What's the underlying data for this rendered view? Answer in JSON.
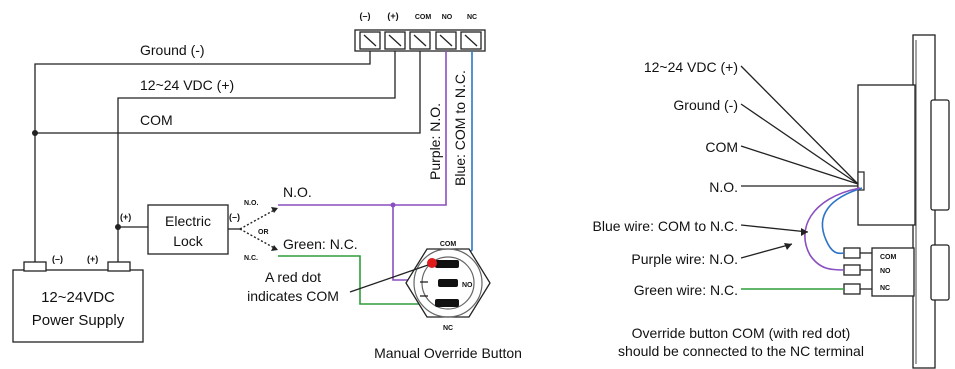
{
  "left": {
    "terminal_labels": {
      "neg": "(–)",
      "pos": "(+)",
      "com": "COM",
      "no": "NO",
      "nc": "NC"
    },
    "wire_labels": {
      "ground": "Ground (-)",
      "vdc": "12~24 VDC (+)",
      "com": "COM"
    },
    "lock": {
      "line1": "Electric",
      "line2": "Lock",
      "plus": "(+)",
      "minus": "(–)"
    },
    "switch": {
      "no_small": "N.O.",
      "or": "OR",
      "nc_small": "N.C.",
      "no_label": "N.O.",
      "nc_label": "Green: N.C."
    },
    "vertical": {
      "purple": "Purple: N.O.",
      "blue": "Blue: COM to N.C."
    },
    "power_supply": {
      "line1": "12~24VDC",
      "line2": "Power Supply",
      "neg": "(–)",
      "pos": "(+)"
    },
    "red_dot_note": {
      "line1": "A red dot",
      "line2": "indicates COM"
    },
    "button": {
      "com": "COM",
      "no": "NO",
      "nc": "NC",
      "caption": "Manual Override Button"
    },
    "colors": {
      "purple": "#8a4fc0",
      "blue": "#2e74c8",
      "green": "#2e9e3a",
      "red_dot": "#e01b1b"
    }
  },
  "right": {
    "labels": {
      "vdc": "12~24 VDC (+)",
      "ground": "Ground (-)",
      "com": "COM",
      "no": "N.O.",
      "blue": "Blue wire: COM to N.C.",
      "purple": "Purple wire: N.O.",
      "green": "Green wire: N.C."
    },
    "terminals": {
      "com": "COM",
      "no": "NO",
      "nc": "NC"
    },
    "note": {
      "line1": "Override button COM (with red dot)",
      "line2": "should be connected to the NC terminal"
    }
  }
}
